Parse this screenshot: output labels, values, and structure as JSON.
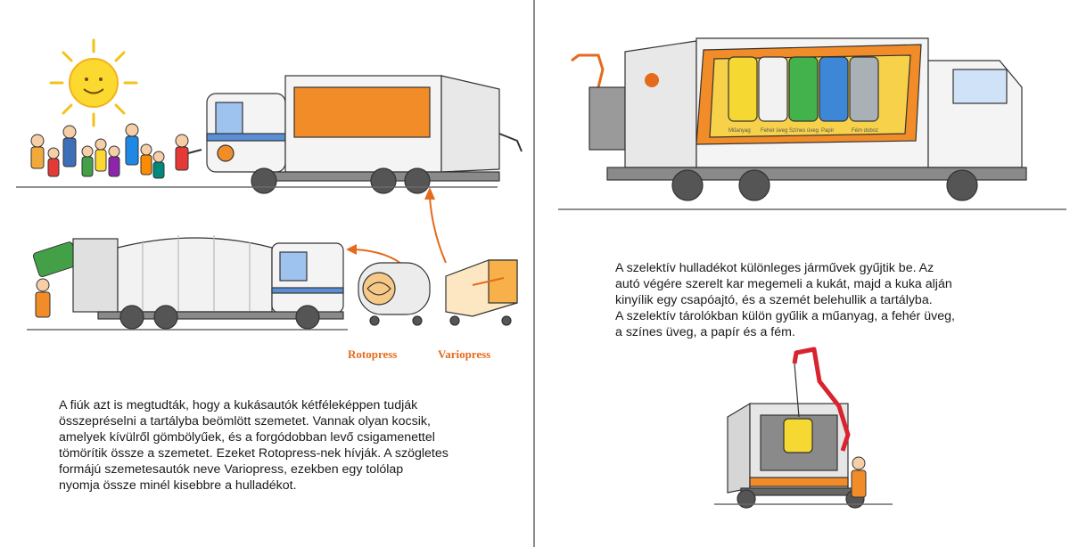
{
  "left_page": {
    "labels": {
      "rotopress": "Rotopress",
      "variopress": "Variopress"
    },
    "paragraph_lines": [
      "A fiúk azt is megtudták, hogy a kukásautók kétféleképpen tudják",
      "összepréselni a tartályba beömlött szemetet. Vannak olyan kocsik,",
      "amelyek kívülről gömbölyűek, és a forgódobban levő csigamenettel",
      "tömörítik össze a szemetet. Ezeket Rotopress-nek hívják. A szögletes",
      "formájú szemetesautók neve Variopress, ezekben egy tolólap",
      "nyomja össze minél kisebbre a hulladékot."
    ]
  },
  "right_page": {
    "container_labels": [
      "Műanyag",
      "Fehér üveg",
      "Színes üveg",
      "Papír",
      "Fém doboz"
    ],
    "paragraph_lines": [
      "A szelektív hulladékot különleges járművek gyűjtik be. Az",
      "autó végére szerelt kar megemeli a kukát, majd a kuka alján",
      "kinyílik egy csapóajtó, és a szemét belehullik a tartályba.",
      "A szelektív tárolókban külön gyűlik a műanyag, a fehér üveg,",
      "a színes üveg, a papír és a fém."
    ]
  },
  "colors": {
    "accent_orange": "#e56a1c",
    "truck_orange": "#f28c28",
    "panel_yellow": "#f7d14a",
    "truck_white": "#f4f4f4",
    "cab_blue": "#5a8fd6",
    "bin_yellow": "#f5d832",
    "bin_white": "#f2f2f2",
    "bin_green": "#43b24c",
    "bin_blue": "#3d87d6",
    "bin_grey": "#a9b0b6",
    "crane_red": "#d9232e"
  },
  "icons": [
    "sun-icon",
    "arrow-icon",
    "recycle-icon",
    "wheel-icon"
  ]
}
